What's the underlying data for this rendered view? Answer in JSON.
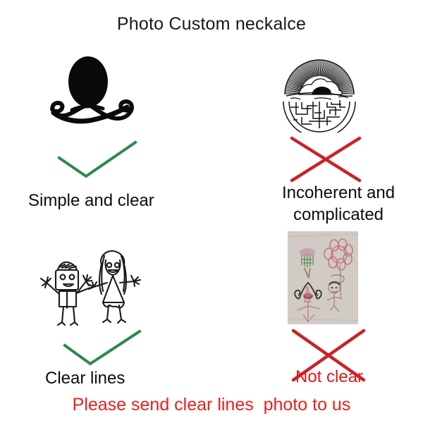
{
  "page": {
    "title": "Photo Custom neckalce",
    "background_color": "#ffffff"
  },
  "colors": {
    "check_green": "#2a8a4c",
    "cross_red": "#cc2222",
    "text_black": "#0d0d0d",
    "text_red": "#e8201a",
    "photo_paper": "#cfc9c4"
  },
  "quadrants": {
    "top_left": {
      "artwork_name": "woman-head-silhouette",
      "mark": "green-check",
      "caption": "Simple and clear"
    },
    "top_right": {
      "artwork_name": "radial-maze-sunburst",
      "mark": "red-cross",
      "caption_line1": "Incoherent and",
      "caption_line2": "complicated"
    },
    "bottom_left": {
      "artwork_name": "stick-figure-couple-line-drawing",
      "mark": "green-check",
      "caption": "Clear lines"
    },
    "bottom_right": {
      "artwork_name": "child-crayon-drawing-photo",
      "mark": "red-cross",
      "caption": "Not clear"
    }
  },
  "footer": {
    "message": "Please send clear lines  photo to us"
  }
}
